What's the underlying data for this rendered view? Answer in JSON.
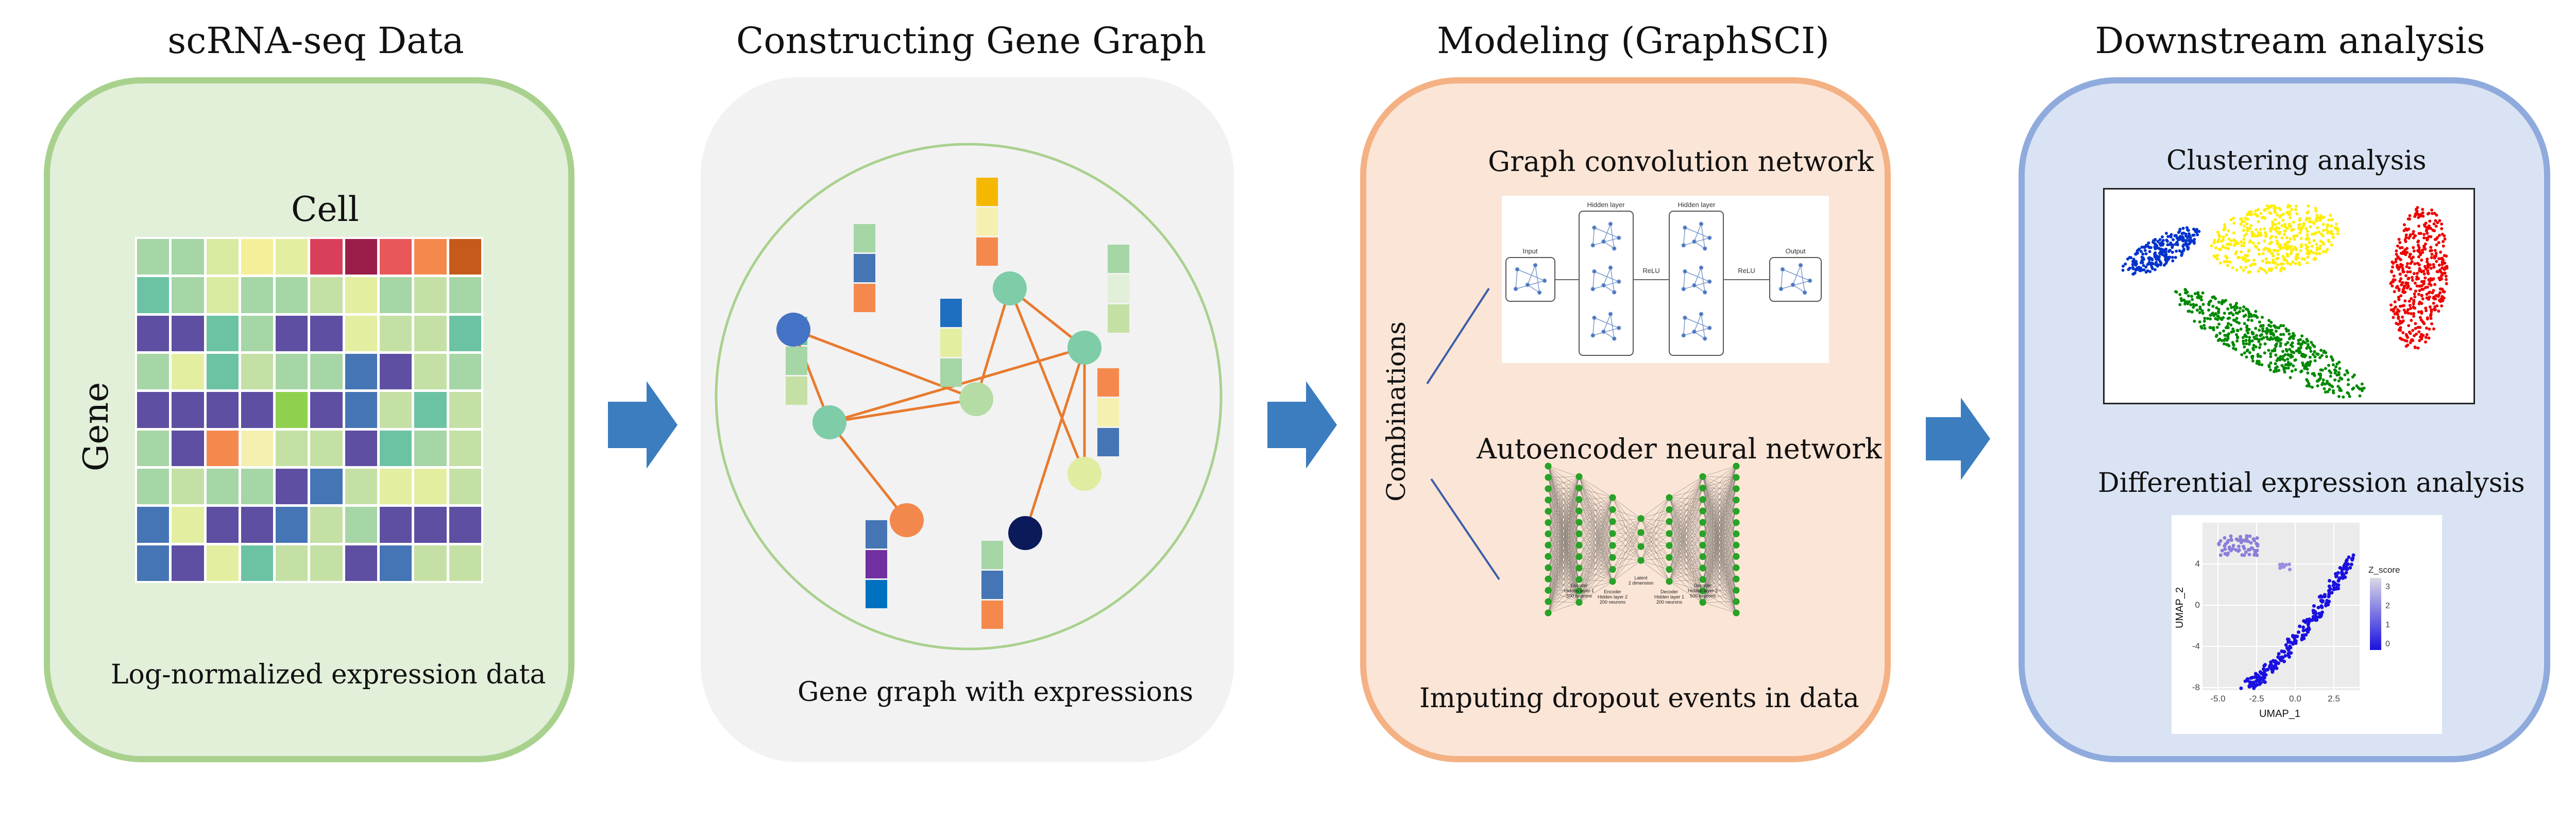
{
  "stages": [
    {
      "title": "scRNA-seq Data",
      "caption": "Log-normalized expression data",
      "bg": "#e2efd9",
      "border": "#a9d18e"
    },
    {
      "title": "Constructing Gene Graph",
      "caption": "Gene graph with expressions",
      "bg": "#f2f2f2",
      "border": "#f2f2f2"
    },
    {
      "title": "Modeling (GraphSCI)",
      "caption": "Imputing dropout events in data",
      "bg": "#fbe5d6",
      "border": "#f4b183"
    },
    {
      "title": "Downstream analysis",
      "bg": "#dae3f3",
      "border": "#8faadc"
    }
  ],
  "matrix": {
    "col_label": "Cell",
    "row_label": "Gene",
    "colors": [
      [
        "#a6d5a6",
        "#a6d5a6",
        "#d8eaa0",
        "#f5ef9a",
        "#e4eea0",
        "#d8405a",
        "#9b1d4a",
        "#e8585a",
        "#f5894d",
        "#c55a1a"
      ],
      [
        "#6cc3a3",
        "#a6d5a6",
        "#d8eaa0",
        "#a6d5a6",
        "#a6d5a6",
        "#c5e0a5",
        "#e4eea0",
        "#a6d5a6",
        "#c5e0a5",
        "#a6d5a6"
      ],
      [
        "#5e4fa2",
        "#5e4fa2",
        "#6cc3a3",
        "#a6d5a6",
        "#5e4fa2",
        "#5e4fa2",
        "#e4eea0",
        "#c5e0a5",
        "#c5e0a5",
        "#6cc3a3"
      ],
      [
        "#a6d5a6",
        "#e4eea0",
        "#6cc3a3",
        "#c5e0a5",
        "#a6d5a6",
        "#a6d5a6",
        "#4575b4",
        "#5e4fa2",
        "#c5e0a5",
        "#a6d5a6"
      ],
      [
        "#5e4fa2",
        "#5e4fa2",
        "#5e4fa2",
        "#5e4fa2",
        "#8fd14f",
        "#5e4fa2",
        "#4575b4",
        "#c5e0a5",
        "#6cc3a3",
        "#c5e0a5"
      ],
      [
        "#a6d5a6",
        "#5e4fa2",
        "#f5894d",
        "#f5f0b0",
        "#c5e0a5",
        "#c5e0a5",
        "#5e4fa2",
        "#6cc3a3",
        "#a6d5a6",
        "#c5e0a5"
      ],
      [
        "#a6d5a6",
        "#c5e0a5",
        "#a6d5a6",
        "#a6d5a6",
        "#5e4fa2",
        "#4575b4",
        "#c5e0a5",
        "#e4eea0",
        "#e4eea0",
        "#c5e0a5"
      ],
      [
        "#4575b4",
        "#e4eea0",
        "#5e4fa2",
        "#5e4fa2",
        "#4575b4",
        "#c5e0a5",
        "#a6d5a6",
        "#5e4fa2",
        "#5e4fa2",
        "#5e4fa2"
      ],
      [
        "#4575b4",
        "#5e4fa2",
        "#e4eea0",
        "#6cc3a3",
        "#c5e0a5",
        "#c5e0a5",
        "#5e4fa2",
        "#4575b4",
        "#c5e0a5",
        "#c5e0a5"
      ],
      [
        "#5e4fa2",
        "#4575b4",
        "#c5e0a5",
        "#5e4fa2",
        "#6cc3a3",
        "#6cc3a3",
        "#4575b4",
        "#5e4fa2",
        "#e4eea0",
        "#5e4fa2"
      ]
    ]
  },
  "graph": {
    "edge_color": "#e87a2e",
    "circle_color": "#a9d18e",
    "nodes": [
      {
        "id": "n1",
        "color": "#4472c4"
      },
      {
        "id": "n2",
        "color": "#7fcca8"
      },
      {
        "id": "n3",
        "color": "#7fcca8"
      },
      {
        "id": "n4",
        "color": "#b5dca5"
      },
      {
        "id": "n5",
        "color": "#7fcca8"
      },
      {
        "id": "n6",
        "color": "#e0eca0"
      },
      {
        "id": "n7",
        "color": "#f2884b"
      },
      {
        "id": "n8",
        "color": "#0b1a5a"
      }
    ],
    "edges": [
      [
        "n2",
        "n1"
      ],
      [
        "n2",
        "n4"
      ],
      [
        "n2",
        "n5"
      ],
      [
        "n2",
        "n7"
      ],
      [
        "n4",
        "n3"
      ],
      [
        "n3",
        "n5"
      ],
      [
        "n5",
        "n8"
      ],
      [
        "n5",
        "n6"
      ],
      [
        "n3",
        "n6"
      ],
      [
        "n4",
        "n1"
      ]
    ],
    "expression_bars": [
      [
        "#6cc3a3",
        "#a6d5a6",
        "#c5e0a5"
      ],
      [
        "#a6d5a6",
        "#4575b4",
        "#f5894d"
      ],
      [
        "#f5b800",
        "#f5f0b0",
        "#f5894d"
      ],
      [
        "#1f6fc0",
        "#e4eea0",
        "#a6d5a6"
      ],
      [
        "#a6d5a6",
        "#e2efd9",
        "#c5e0a5"
      ],
      [
        "#f5894d",
        "#f5f0b0",
        "#4575b4"
      ],
      [
        "#4575b4",
        "#7030a0",
        "#0070c0"
      ],
      [
        "#a6d5a6",
        "#4575b4",
        "#f5894d"
      ]
    ]
  },
  "modeling": {
    "side_label": "Combinations",
    "gcn_label": "Graph convolution network",
    "ae_label": "Autoencoder neural network",
    "gcn_figure": {
      "labels": [
        "Input",
        "Hidden layer",
        "ReLU",
        "Hidden layer",
        "ReLU",
        "Output"
      ]
    },
    "ae_figure": {
      "labels": [
        "Encoder\nHidden layer 1\n500 neurons",
        "Encoder\nHidden layer 2\n200 neurons",
        "Latent\n2 dimension",
        "Decoder\nHidden layer 1\n200 neurons",
        "Decoder\nHidden layer 2\n500 neurons"
      ]
    }
  },
  "downstream": {
    "clustering_label": "Clustering analysis",
    "de_label": "Differential expression analysis",
    "cluster_colors": [
      "#0033cc",
      "#ffee00",
      "#ee0000",
      "#008800"
    ],
    "umap": {
      "xlabel": "UMAP_1",
      "ylabel": "UMAP_2",
      "x_ticks": [
        "-5.0",
        "-2.5",
        "0.0",
        "2.5"
      ],
      "y_ticks": [
        "-8",
        "-4",
        "0",
        "4"
      ],
      "legend_title": "Z_score",
      "legend_ticks": [
        "3",
        "2",
        "1",
        "0"
      ]
    }
  },
  "colors": {
    "arrow": "#3b7dbf"
  }
}
